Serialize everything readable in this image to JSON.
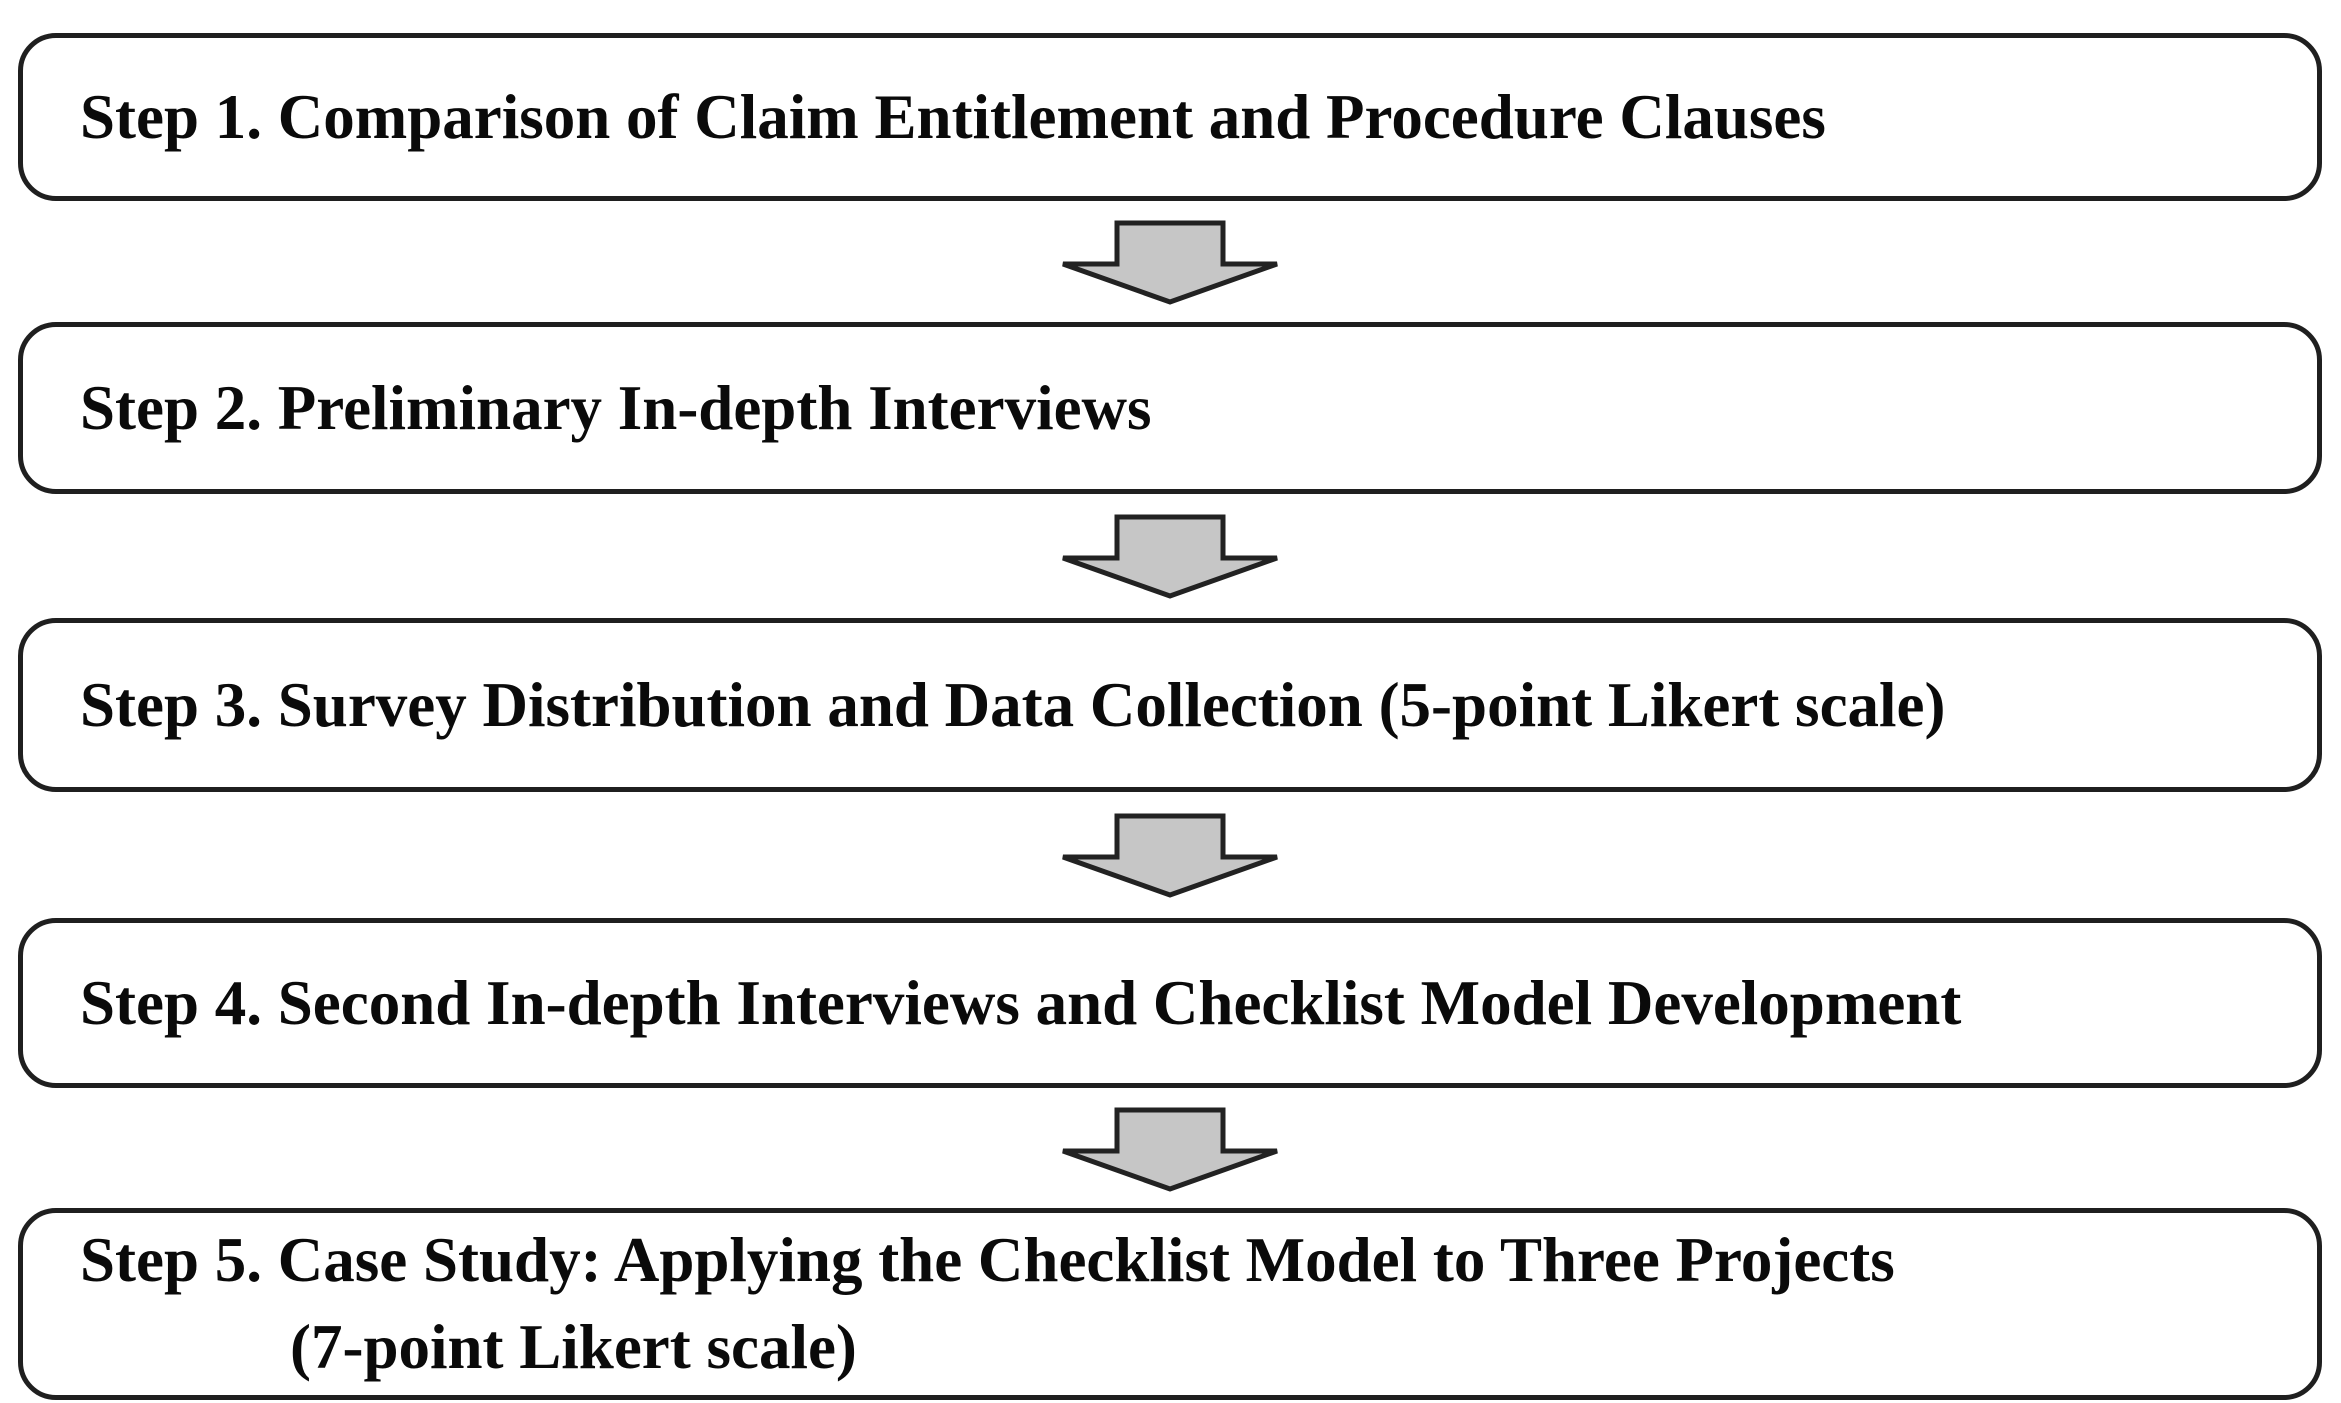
{
  "diagram": {
    "type": "flowchart",
    "steps": [
      {
        "label": "Step 1. Comparison of Claim Entitlement and Procedure Clauses"
      },
      {
        "label": "Step 2. Preliminary In-depth Interviews"
      },
      {
        "label": "Step 3. Survey Distribution and Data Collection (5-point Likert scale)"
      },
      {
        "label": "Step 4. Second In-depth Interviews and Checklist Model Development"
      },
      {
        "label": "Step 5. Case Study: Applying the Checklist Model to Three Projects",
        "label_line2": "(7-point Likert scale)"
      }
    ],
    "connector": "down-block-arrow",
    "colors": {
      "box_border": "#1f1f1f",
      "box_background": "#ffffff",
      "text": "#0a0a0a",
      "arrow_fill": "#c6c6c6",
      "arrow_outline": "#222222"
    }
  }
}
